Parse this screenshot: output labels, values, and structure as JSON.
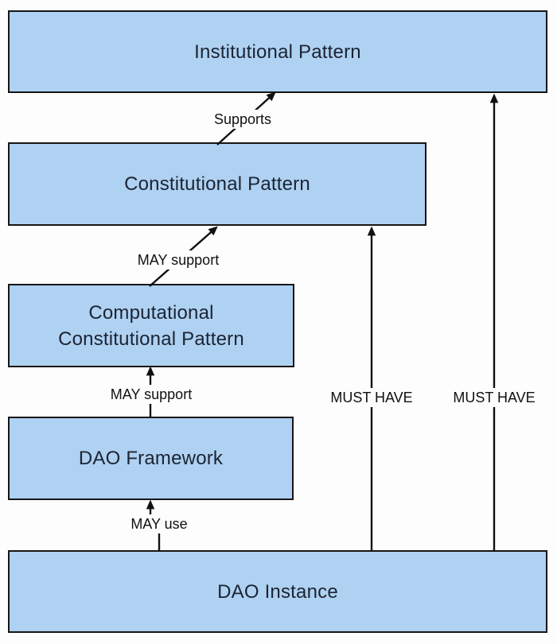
{
  "colors": {
    "background": "#fdfdfe",
    "box_fill": "#afd1f2",
    "box_border": "#161616",
    "box_text": "#1b2433",
    "edge_color": "#111111"
  },
  "boxes": [
    {
      "id": "institutional-pattern",
      "label": "Institutional Pattern"
    },
    {
      "id": "constitutional-pattern",
      "label": "Constitutional Pattern"
    },
    {
      "id": "computational-constitutional-pattern",
      "label": "Computational\nConstitutional Pattern"
    },
    {
      "id": "dao-framework",
      "label": "DAO Framework"
    },
    {
      "id": "dao-instance",
      "label": "DAO Instance"
    }
  ],
  "edges": [
    {
      "label": "Supports",
      "from": "constitutional-pattern",
      "to": "institutional-pattern"
    },
    {
      "label": "MAY support",
      "from": "computational-constitutional-pattern",
      "to": "constitutional-pattern"
    },
    {
      "label": "MAY support",
      "from": "dao-framework",
      "to": "computational-constitutional-pattern"
    },
    {
      "label": "MAY use",
      "from": "dao-instance",
      "to": "dao-framework"
    },
    {
      "label": "MUST HAVE",
      "from": "dao-instance",
      "to": "constitutional-pattern"
    },
    {
      "label": "MUST HAVE",
      "from": "dao-instance",
      "to": "institutional-pattern"
    }
  ]
}
